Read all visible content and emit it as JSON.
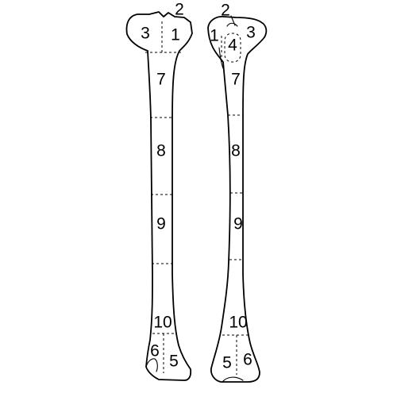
{
  "diagram": {
    "left_bone": {
      "labels": {
        "r1": "1",
        "r2": "2",
        "r3": "3",
        "r5": "5",
        "r6": "6",
        "r7": "7",
        "r8": "8",
        "r9": "9",
        "r10": "10"
      }
    },
    "right_bone": {
      "labels": {
        "r1": "1",
        "r2": "2",
        "r3": "3",
        "r4": "4",
        "r5": "5",
        "r6": "6",
        "r7": "7",
        "r8": "8",
        "r9": "9",
        "r10": "10"
      }
    }
  }
}
